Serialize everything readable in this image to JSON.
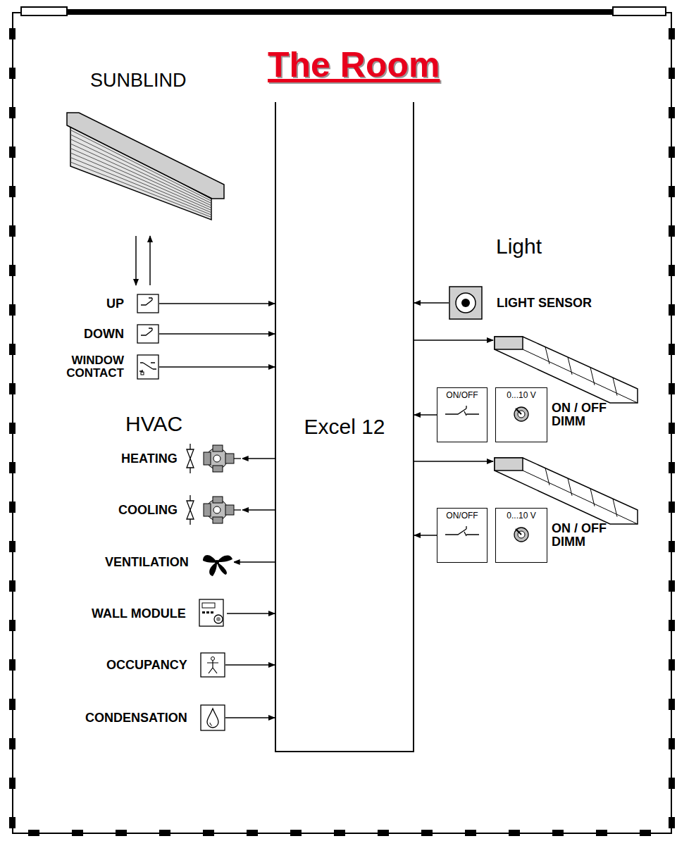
{
  "diagram": {
    "title": "The Room",
    "nodes": [
      {
        "text": [
          "Excel 12"
        ]
      },
      {
        "text": [
          "UP"
        ]
      },
      {
        "text": [
          "DOWN"
        ]
      },
      {
        "text": [
          "WINDOW CONTACT"
        ]
      },
      {
        "text": [
          "HEATING"
        ]
      },
      {
        "text": [
          "COOLING"
        ]
      },
      {
        "text": [
          "VENTILATION"
        ]
      },
      {
        "text": [
          "WALL MODULE"
        ]
      },
      {
        "text": [
          "OCCUPANCY"
        ]
      },
      {
        "text": [
          "CONDENSATION"
        ]
      },
      {
        "text": [
          "LIGHT SENSOR"
        ]
      },
      {
        "text": [
          "ON/OFF"
        ]
      },
      {
        "text": [
          "0...10 V",
          "ON / OFF DIMM"
        ]
      },
      {
        "text": [
          "ON/OFF"
        ]
      },
      {
        "text": [
          "0...10 V",
          "ON / OFF DIMM"
        ]
      }
    ],
    "edges": [
      {
        "from": 1,
        "to": 0,
        "arrow": "to"
      },
      {
        "from": 2,
        "to": 0,
        "arrow": "to"
      },
      {
        "from": 3,
        "to": 0,
        "arrow": "to"
      },
      {
        "from": 0,
        "to": 4,
        "arrow": "to"
      },
      {
        "from": 0,
        "to": 5,
        "arrow": "to"
      },
      {
        "from": 0,
        "to": 6,
        "arrow": "to"
      },
      {
        "from": 7,
        "to": 0,
        "arrow": "to"
      },
      {
        "from": 8,
        "to": 0,
        "arrow": "to"
      },
      {
        "from": 9,
        "to": 0,
        "arrow": "to"
      },
      {
        "from": 10,
        "to": 0,
        "arrow": "to"
      },
      {
        "from": 11,
        "to": 0,
        "arrow": "to"
      },
      {
        "from": 13,
        "to": 0,
        "arrow": "to"
      }
    ],
    "labels": [
      "SUNBLIND",
      "HVAC",
      "Light"
    ]
  }
}
